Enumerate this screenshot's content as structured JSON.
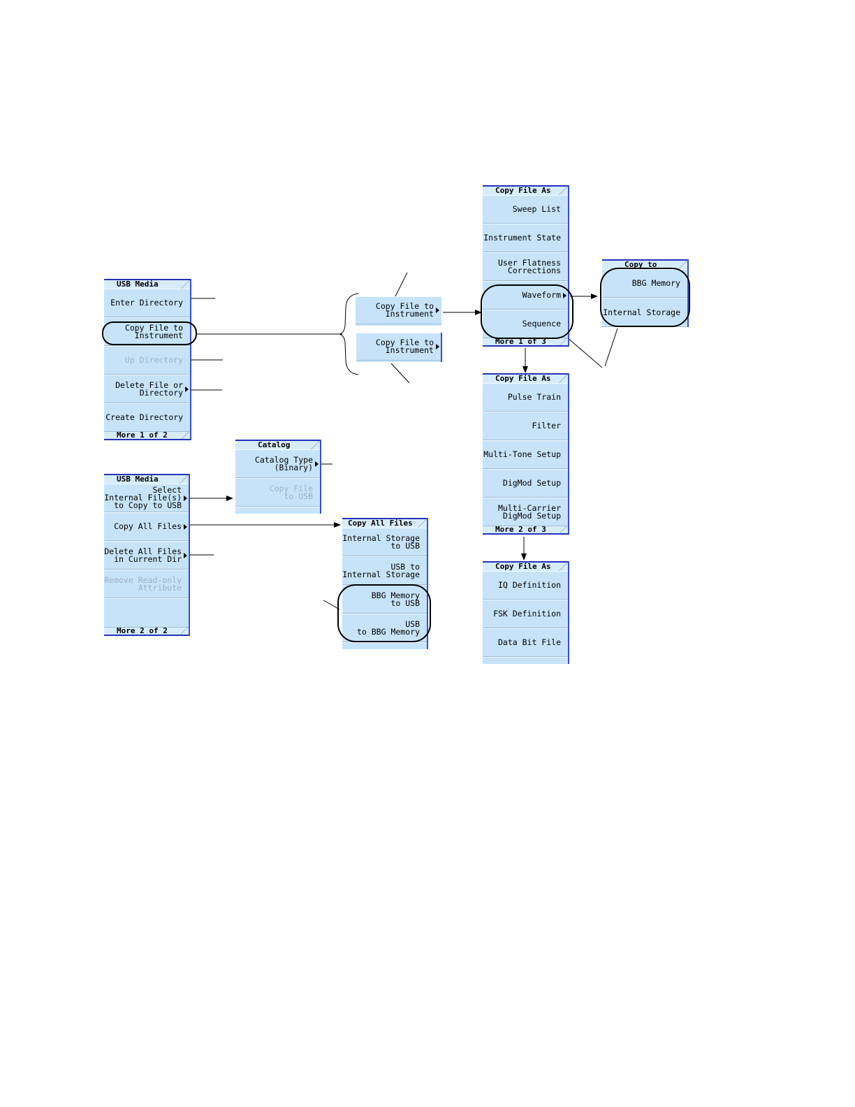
{
  "usb_media_1": {
    "title": "USB Media",
    "keys": [
      "Enter Directory",
      "Copy File to\nInstrument",
      "Up Directory",
      "Delete File or\nDirectory",
      "Create Directory"
    ],
    "footer": "More 1 of 2"
  },
  "usb_media_2": {
    "title": "USB Media",
    "keys": [
      "Select\nInternal File(s)\nto Copy to USB",
      "Copy All Files",
      "Delete All Files\nin Current Dir",
      "Remove Read-only\nAttribute"
    ],
    "footer": "More 2 of 2"
  },
  "copy_file_to_instrument": {
    "label_a": "Copy File to\nInstrument",
    "label_b": "Copy File to\nInstrument"
  },
  "catalog": {
    "title": "Catalog",
    "keys": [
      "Catalog Type\n(Binary)",
      "Copy File\nto USB"
    ]
  },
  "copy_all_files": {
    "title": "Copy All Files",
    "keys": [
      "Internal Storage\nto USB",
      "USB to\nInternal Storage",
      "BBG Memory\nto USB",
      "USB\nto BBG Memory"
    ]
  },
  "copy_file_as_1": {
    "title": "Copy File As",
    "keys": [
      "Sweep List",
      "Instrument State",
      "User Flatness\nCorrections",
      "Waveform",
      "Sequence"
    ],
    "footer": "More 1 of 3"
  },
  "copy_file_as_2": {
    "title": "Copy File As",
    "keys": [
      "Pulse Train",
      "Filter",
      "Multi-Tone Setup",
      "DigMod Setup",
      "Multi-Carrier\nDigMod Setup"
    ],
    "footer": "More 2 of 3"
  },
  "copy_file_as_3": {
    "title": "Copy File As",
    "keys": [
      "IQ Definition",
      "FSK Definition",
      "Data Bit File"
    ]
  },
  "copy_to": {
    "title": "Copy to",
    "keys": [
      "BBG Memory",
      "Internal Storage"
    ]
  }
}
